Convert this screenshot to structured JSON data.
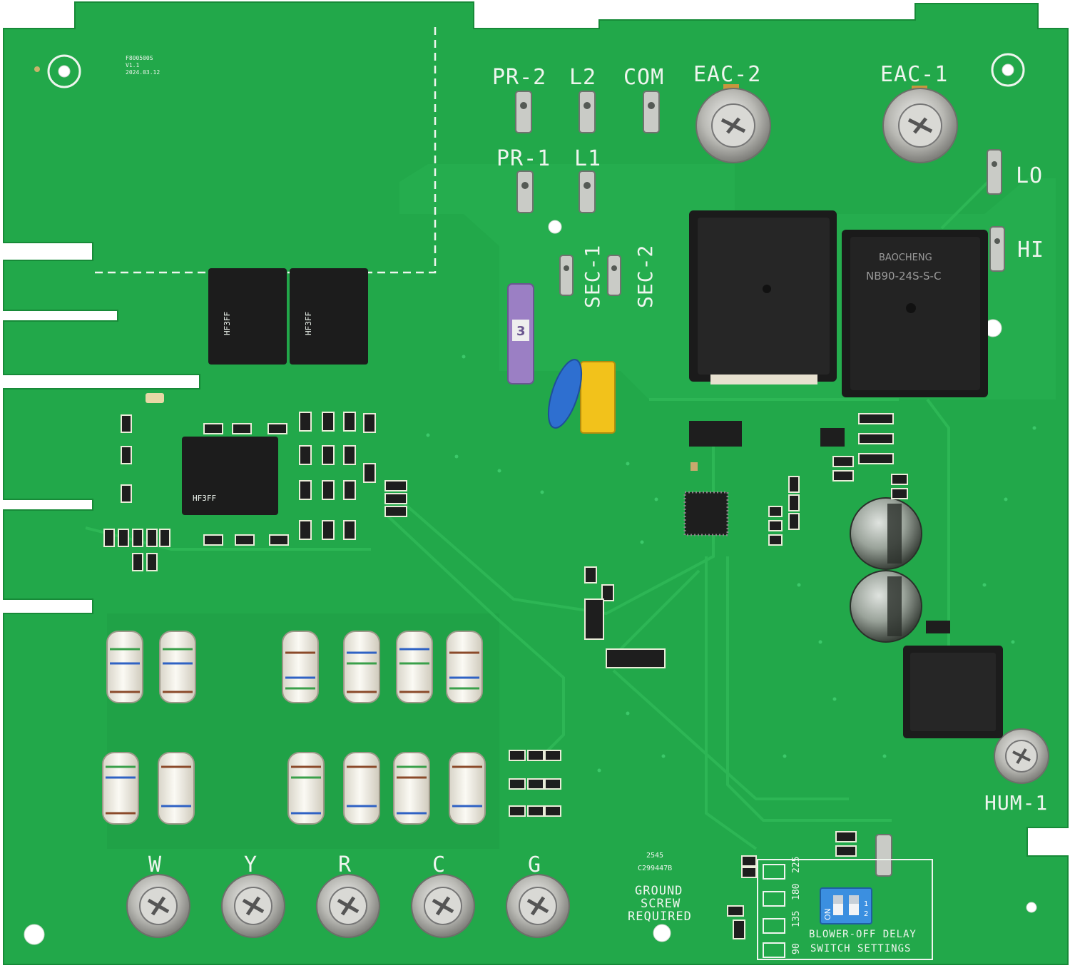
{
  "board": {
    "colors": {
      "pcb": "#22a84a",
      "pcb_dark": "#1a8f3d",
      "trace": "#2fb857",
      "silkscreen": "#eef5ee",
      "relay": "#1c1c1c",
      "fuse": "#9b7fc4",
      "dip_switch": "#3b8fe0",
      "capacitor_yellow": "#f2c21b",
      "capacitor_blue": "#2e6fd0"
    },
    "version_block": [
      "F800500S",
      "V1.1",
      "2024.03.12"
    ],
    "top_terminals": [
      "PR-2",
      "L2",
      "COM",
      "EAC-2",
      "EAC-1"
    ],
    "mid_terminals": [
      "PR-1",
      "L1"
    ],
    "side_terminals": [
      "LO",
      "HI"
    ],
    "sec_terminals": [
      "SEC-1",
      "SEC-2"
    ],
    "hum_label": "HUM-1",
    "bottom_screws": [
      "W",
      "Y",
      "R",
      "C",
      "G"
    ],
    "fuse_label": "3",
    "date_code": [
      "2545",
      "C299447B"
    ],
    "ground_note": [
      "GROUND",
      "SCREW",
      "REQUIRED"
    ],
    "dip_header": [
      "90",
      "135",
      "180",
      "225"
    ],
    "dip_on": "ON",
    "dip_numbers": [
      "1",
      "2"
    ],
    "blower_note": [
      "BLOWER-OFF DELAY",
      "SWITCH SETTINGS"
    ],
    "relay_brand": "BAOCHENG",
    "relay_model": "NB90-24S-S-C",
    "small_relay_model": "HF3FF"
  }
}
